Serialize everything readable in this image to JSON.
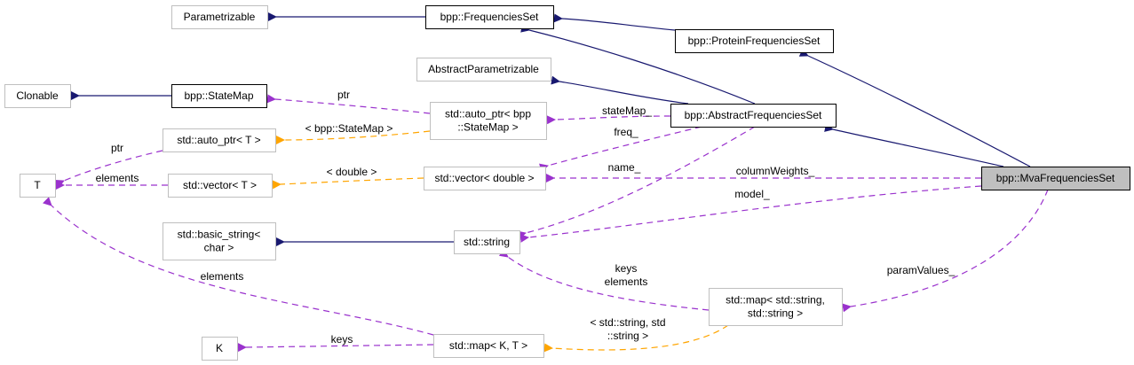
{
  "diagram": {
    "title": "bpp::MvaFrequenciesSet collaboration graph",
    "colors": {
      "inheritance": "#191970",
      "usage": "#9a32cd",
      "template": "#ffa500",
      "focus_fill": "#bfbfbf",
      "documented_border": "#000000",
      "undocumented_border": "#bfbfbf"
    },
    "nodes": [
      {
        "id": "parametrizable",
        "lines": [
          "Parametrizable"
        ],
        "kind": "undocumented"
      },
      {
        "id": "frequenciesset",
        "lines": [
          "bpp::FrequenciesSet"
        ],
        "kind": "documented"
      },
      {
        "id": "proteinfrequenciesset",
        "lines": [
          "bpp::ProteinFrequenciesSet"
        ],
        "kind": "documented"
      },
      {
        "id": "abstractparametrizable",
        "lines": [
          "AbstractParametrizable"
        ],
        "kind": "undocumented"
      },
      {
        "id": "clonable",
        "lines": [
          "Clonable"
        ],
        "kind": "undocumented"
      },
      {
        "id": "statemap",
        "lines": [
          "bpp::StateMap"
        ],
        "kind": "documented"
      },
      {
        "id": "autoptr_statemap",
        "lines": [
          "std::auto_ptr< bpp",
          "::StateMap >"
        ],
        "kind": "undocumented"
      },
      {
        "id": "abstractfrequenciesset",
        "lines": [
          "bpp::AbstractFrequenciesSet"
        ],
        "kind": "documented"
      },
      {
        "id": "autoptr_t",
        "lines": [
          "std::auto_ptr< T >"
        ],
        "kind": "undocumented"
      },
      {
        "id": "t",
        "lines": [
          "T"
        ],
        "kind": "undocumented"
      },
      {
        "id": "vector_t",
        "lines": [
          "std::vector< T >"
        ],
        "kind": "undocumented"
      },
      {
        "id": "vector_double",
        "lines": [
          "std::vector< double >"
        ],
        "kind": "undocumented"
      },
      {
        "id": "mvafrequenciesset",
        "lines": [
          "bpp::MvaFrequenciesSet"
        ],
        "kind": "focus"
      },
      {
        "id": "basic_string",
        "lines": [
          "std::basic_string<",
          "char >"
        ],
        "kind": "undocumented"
      },
      {
        "id": "string",
        "lines": [
          "std::string"
        ],
        "kind": "undocumented"
      },
      {
        "id": "map_string",
        "lines": [
          "std::map< std::string,",
          "std::string >"
        ],
        "kind": "undocumented"
      },
      {
        "id": "k",
        "lines": [
          "K"
        ],
        "kind": "undocumented"
      },
      {
        "id": "map_kt",
        "lines": [
          "std::map< K, T >"
        ],
        "kind": "undocumented"
      }
    ],
    "edges": [
      {
        "from": "frequenciesset",
        "to": "parametrizable",
        "type": "inherit",
        "label": []
      },
      {
        "from": "proteinfrequenciesset",
        "to": "frequenciesset",
        "type": "inherit",
        "label": []
      },
      {
        "from": "abstractfrequenciesset",
        "to": "frequenciesset",
        "type": "inherit",
        "label": []
      },
      {
        "from": "abstractfrequenciesset",
        "to": "abstractparametrizable",
        "type": "inherit",
        "label": []
      },
      {
        "from": "statemap",
        "to": "clonable",
        "type": "inherit",
        "label": []
      },
      {
        "from": "mvafrequenciesset",
        "to": "proteinfrequenciesset",
        "type": "inherit",
        "label": []
      },
      {
        "from": "mvafrequenciesset",
        "to": "abstractfrequenciesset",
        "type": "inherit",
        "label": []
      },
      {
        "from": "string",
        "to": "basic_string",
        "type": "inherit",
        "label": []
      },
      {
        "from": "autoptr_statemap",
        "to": "statemap",
        "type": "usage",
        "label": [
          "ptr"
        ]
      },
      {
        "from": "abstractfrequenciesset",
        "to": "autoptr_statemap",
        "type": "usage",
        "label": [
          "stateMap_"
        ]
      },
      {
        "from": "autoptr_statemap",
        "to": "autoptr_t",
        "type": "template",
        "label": [
          "< bpp::StateMap >"
        ]
      },
      {
        "from": "autoptr_t",
        "to": "t",
        "type": "usage",
        "label": [
          "ptr"
        ]
      },
      {
        "from": "vector_t",
        "to": "t",
        "type": "usage",
        "label": [
          "elements"
        ]
      },
      {
        "from": "vector_double",
        "to": "vector_t",
        "type": "template",
        "label": [
          "< double >"
        ]
      },
      {
        "from": "abstractfrequenciesset",
        "to": "vector_double",
        "type": "usage",
        "label": [
          "freq_"
        ]
      },
      {
        "from": "abstractfrequenciesset",
        "to": "string",
        "type": "usage",
        "label": [
          "name_"
        ]
      },
      {
        "from": "mvafrequenciesset",
        "to": "vector_double",
        "type": "usage",
        "label": [
          "columnWeights_"
        ]
      },
      {
        "from": "mvafrequenciesset",
        "to": "string",
        "type": "usage",
        "label": [
          "model_"
        ]
      },
      {
        "from": "map_string",
        "to": "string",
        "type": "usage",
        "label": [
          "keys",
          "elements"
        ]
      },
      {
        "from": "mvafrequenciesset",
        "to": "map_string",
        "type": "usage",
        "label": [
          "paramValues_"
        ]
      },
      {
        "from": "map_string",
        "to": "map_kt",
        "type": "template",
        "label": [
          "< std::string, std",
          "::string >"
        ]
      },
      {
        "from": "map_kt",
        "to": "t",
        "type": "usage",
        "label": [
          "elements"
        ]
      },
      {
        "from": "map_kt",
        "to": "k",
        "type": "usage",
        "label": [
          "keys"
        ]
      }
    ]
  }
}
